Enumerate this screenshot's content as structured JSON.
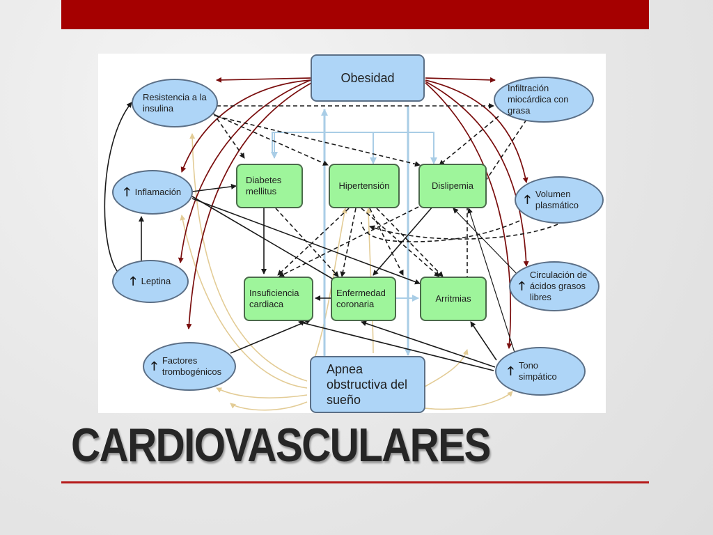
{
  "title": "CARDIOVASCULARES",
  "up_arrow": "🡑",
  "nodes": {
    "obesidad": "Obesidad",
    "resistencia": "Resistencia a la insulina",
    "infiltracion": "Infiltración miocárdica con grasa",
    "inflamacion": "Inflamación",
    "volumen": "Volumen plasmático",
    "leptina": "Leptina",
    "circulacion": "Circulación de ácidos grasos libres",
    "factores": "Factores trombogénicos",
    "tono": "Tono simpático",
    "diabetes": "Diabetes mellitus",
    "hipertension": "Hipertensión",
    "dislipemia": "Dislipemia",
    "insuficiencia": "Insuficiencia cardiaca",
    "enfermedad": "Enfermedad coronaria",
    "arritmias": "Arritmias",
    "apnea": "Apnea obstructiva del sueño"
  },
  "colors": {
    "header_bar": "#a50000",
    "dark_red_arrows": "#7a0e0e",
    "dark_arrows": "#1a1a1a",
    "light_blue_arrows": "#a9cde6",
    "tan_arrows": "#e3cc96",
    "ellipse_fill": "#aed5f7",
    "box_fill": "#9ef59b"
  }
}
